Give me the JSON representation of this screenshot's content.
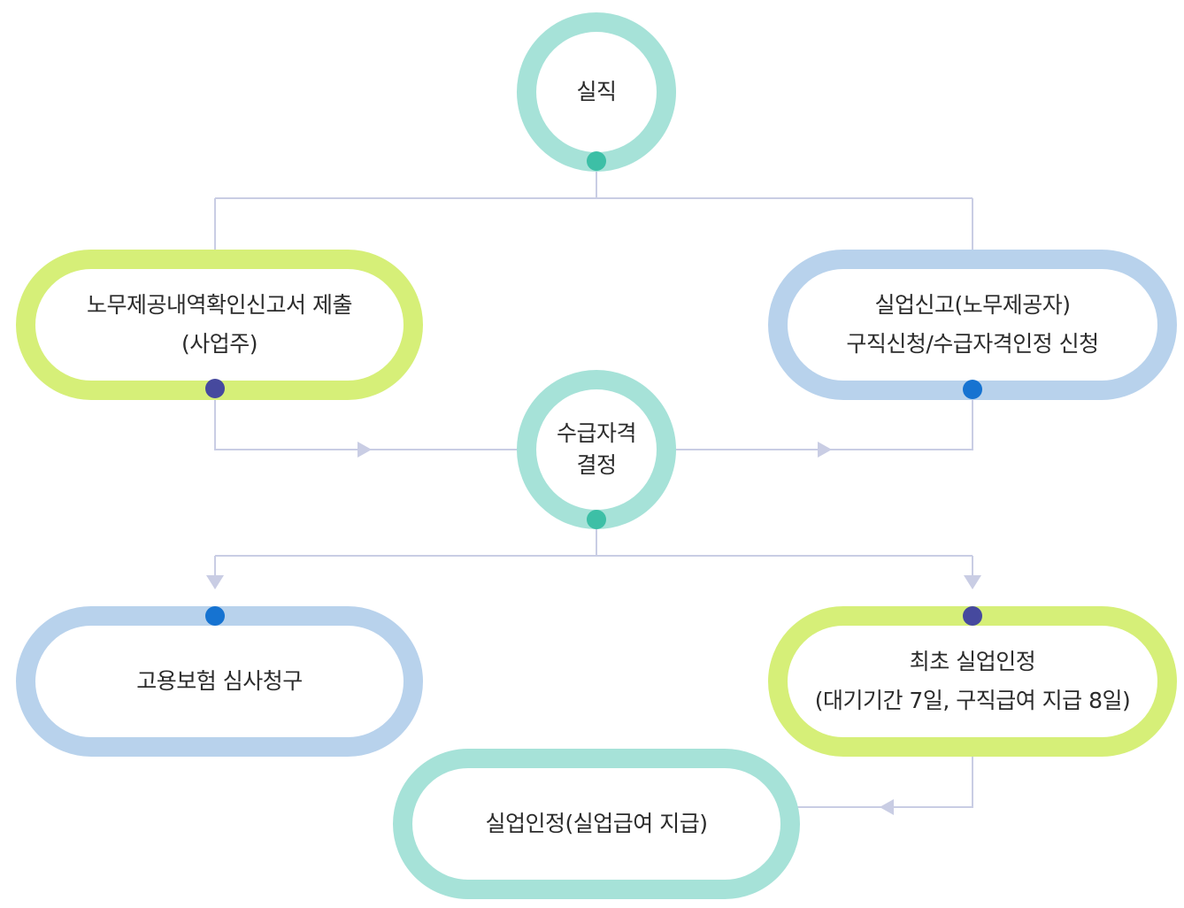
{
  "colors": {
    "teal_ring": "#a6e2d8",
    "lime_ring": "#d6ef78",
    "blue_ring": "#b8d2ec",
    "teal_dot": "#3dbfa6",
    "navy_dot": "#46499e",
    "blue_dot": "#1673d1",
    "connector": "#c9cde4"
  },
  "nodes": {
    "job_loss": {
      "lines": [
        "실직"
      ]
    },
    "employer_report": {
      "lines": [
        "노무제공내역확인신고서 제출",
        "(사업주)"
      ]
    },
    "worker_report": {
      "lines": [
        "실업신고(노무제공자)",
        "구직신청/수급자격인정 신청"
      ]
    },
    "eligibility_decision": {
      "lines": [
        "수급자격",
        "결정"
      ]
    },
    "review_request": {
      "lines": [
        "고용보험 심사청구"
      ]
    },
    "first_recognition": {
      "lines": [
        "최초 실업인정",
        "(대기기간 7일, 구직급여 지급 8일)"
      ]
    },
    "recognition_payment": {
      "lines": [
        "실업인정(실업급여 지급)"
      ]
    }
  }
}
